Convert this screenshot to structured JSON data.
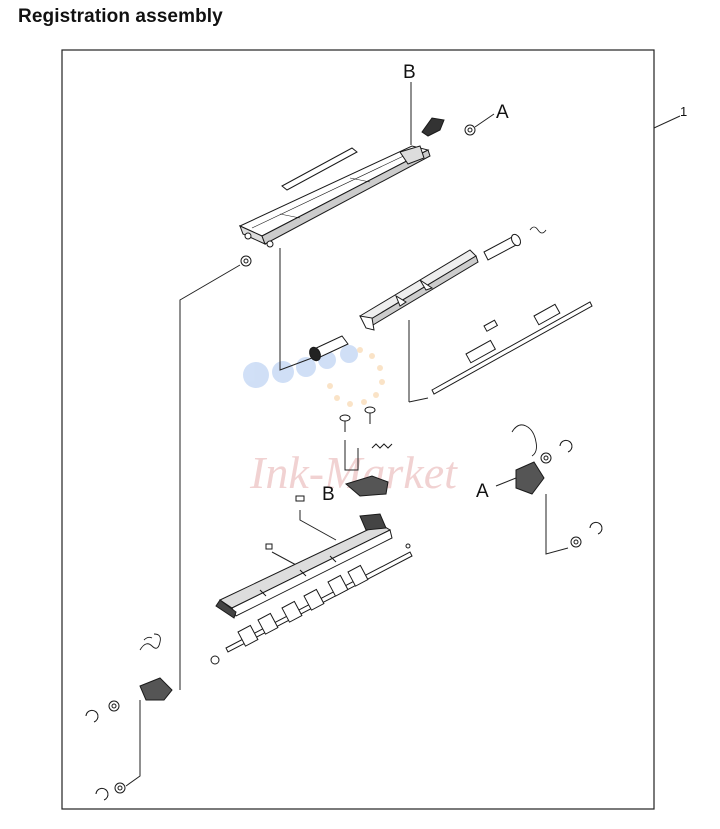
{
  "page": {
    "title": "Registration assembly"
  },
  "callouts": {
    "assembly_number": "1",
    "top_b": "B",
    "top_a": "A",
    "mid_b": "B",
    "right_a": "A"
  },
  "watermark": {
    "text": "Ink-Market",
    "colors": [
      "#4a7fd6",
      "#f0a040",
      "#d05050"
    ]
  },
  "colors": {
    "line": "#1a1a1a",
    "frame": "#222222"
  }
}
